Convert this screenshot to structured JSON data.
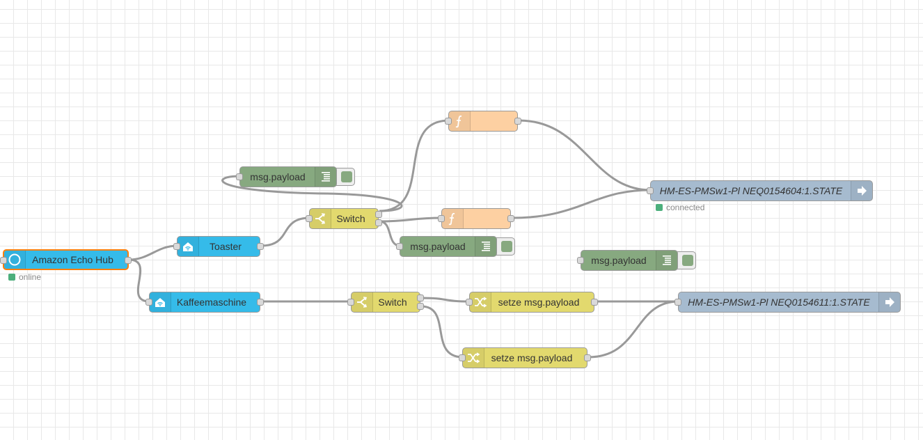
{
  "nodes": {
    "hub": {
      "label": "Amazon Echo Hub",
      "status": "online",
      "icon": "alexa-ring-icon"
    },
    "toaster": {
      "label": "Toaster",
      "icon": "smart-home-icon"
    },
    "kaffee": {
      "label": "Kaffeemaschine",
      "icon": "smart-home-icon"
    },
    "switch1": {
      "label": "Switch",
      "icon": "switch-icon"
    },
    "switch2": {
      "label": "Switch",
      "icon": "switch-icon"
    },
    "func1": {
      "label": "",
      "icon": "function-icon"
    },
    "func2": {
      "label": "",
      "icon": "function-icon"
    },
    "debug1": {
      "label": "msg.payload",
      "icon": "debug-icon"
    },
    "debug2": {
      "label": "msg.payload",
      "icon": "debug-icon"
    },
    "debug3": {
      "label": "msg.payload",
      "icon": "debug-icon"
    },
    "change1": {
      "label": "setze msg.payload",
      "icon": "shuffle-icon"
    },
    "change2": {
      "label": "setze msg.payload",
      "icon": "shuffle-icon"
    },
    "ccu1": {
      "label": "HM-ES-PMSw1-Pl NEQ0154604:1.STATE",
      "status": "connected",
      "icon": "arrow-right-icon"
    },
    "ccu2": {
      "label": "HM-ES-PMSw1-Pl NEQ0154611:1.STATE",
      "icon": "arrow-right-icon"
    }
  },
  "colors": {
    "alexa": "#35bbe9",
    "debug": "#87a980",
    "switch": "#e2d96e",
    "function": "#fdd0a2",
    "change": "#e2d96e",
    "ccu": "#a6bbcf",
    "selected_border": "#ff7f0e",
    "status_ok": "#4caf7c",
    "wire": "#999999"
  }
}
